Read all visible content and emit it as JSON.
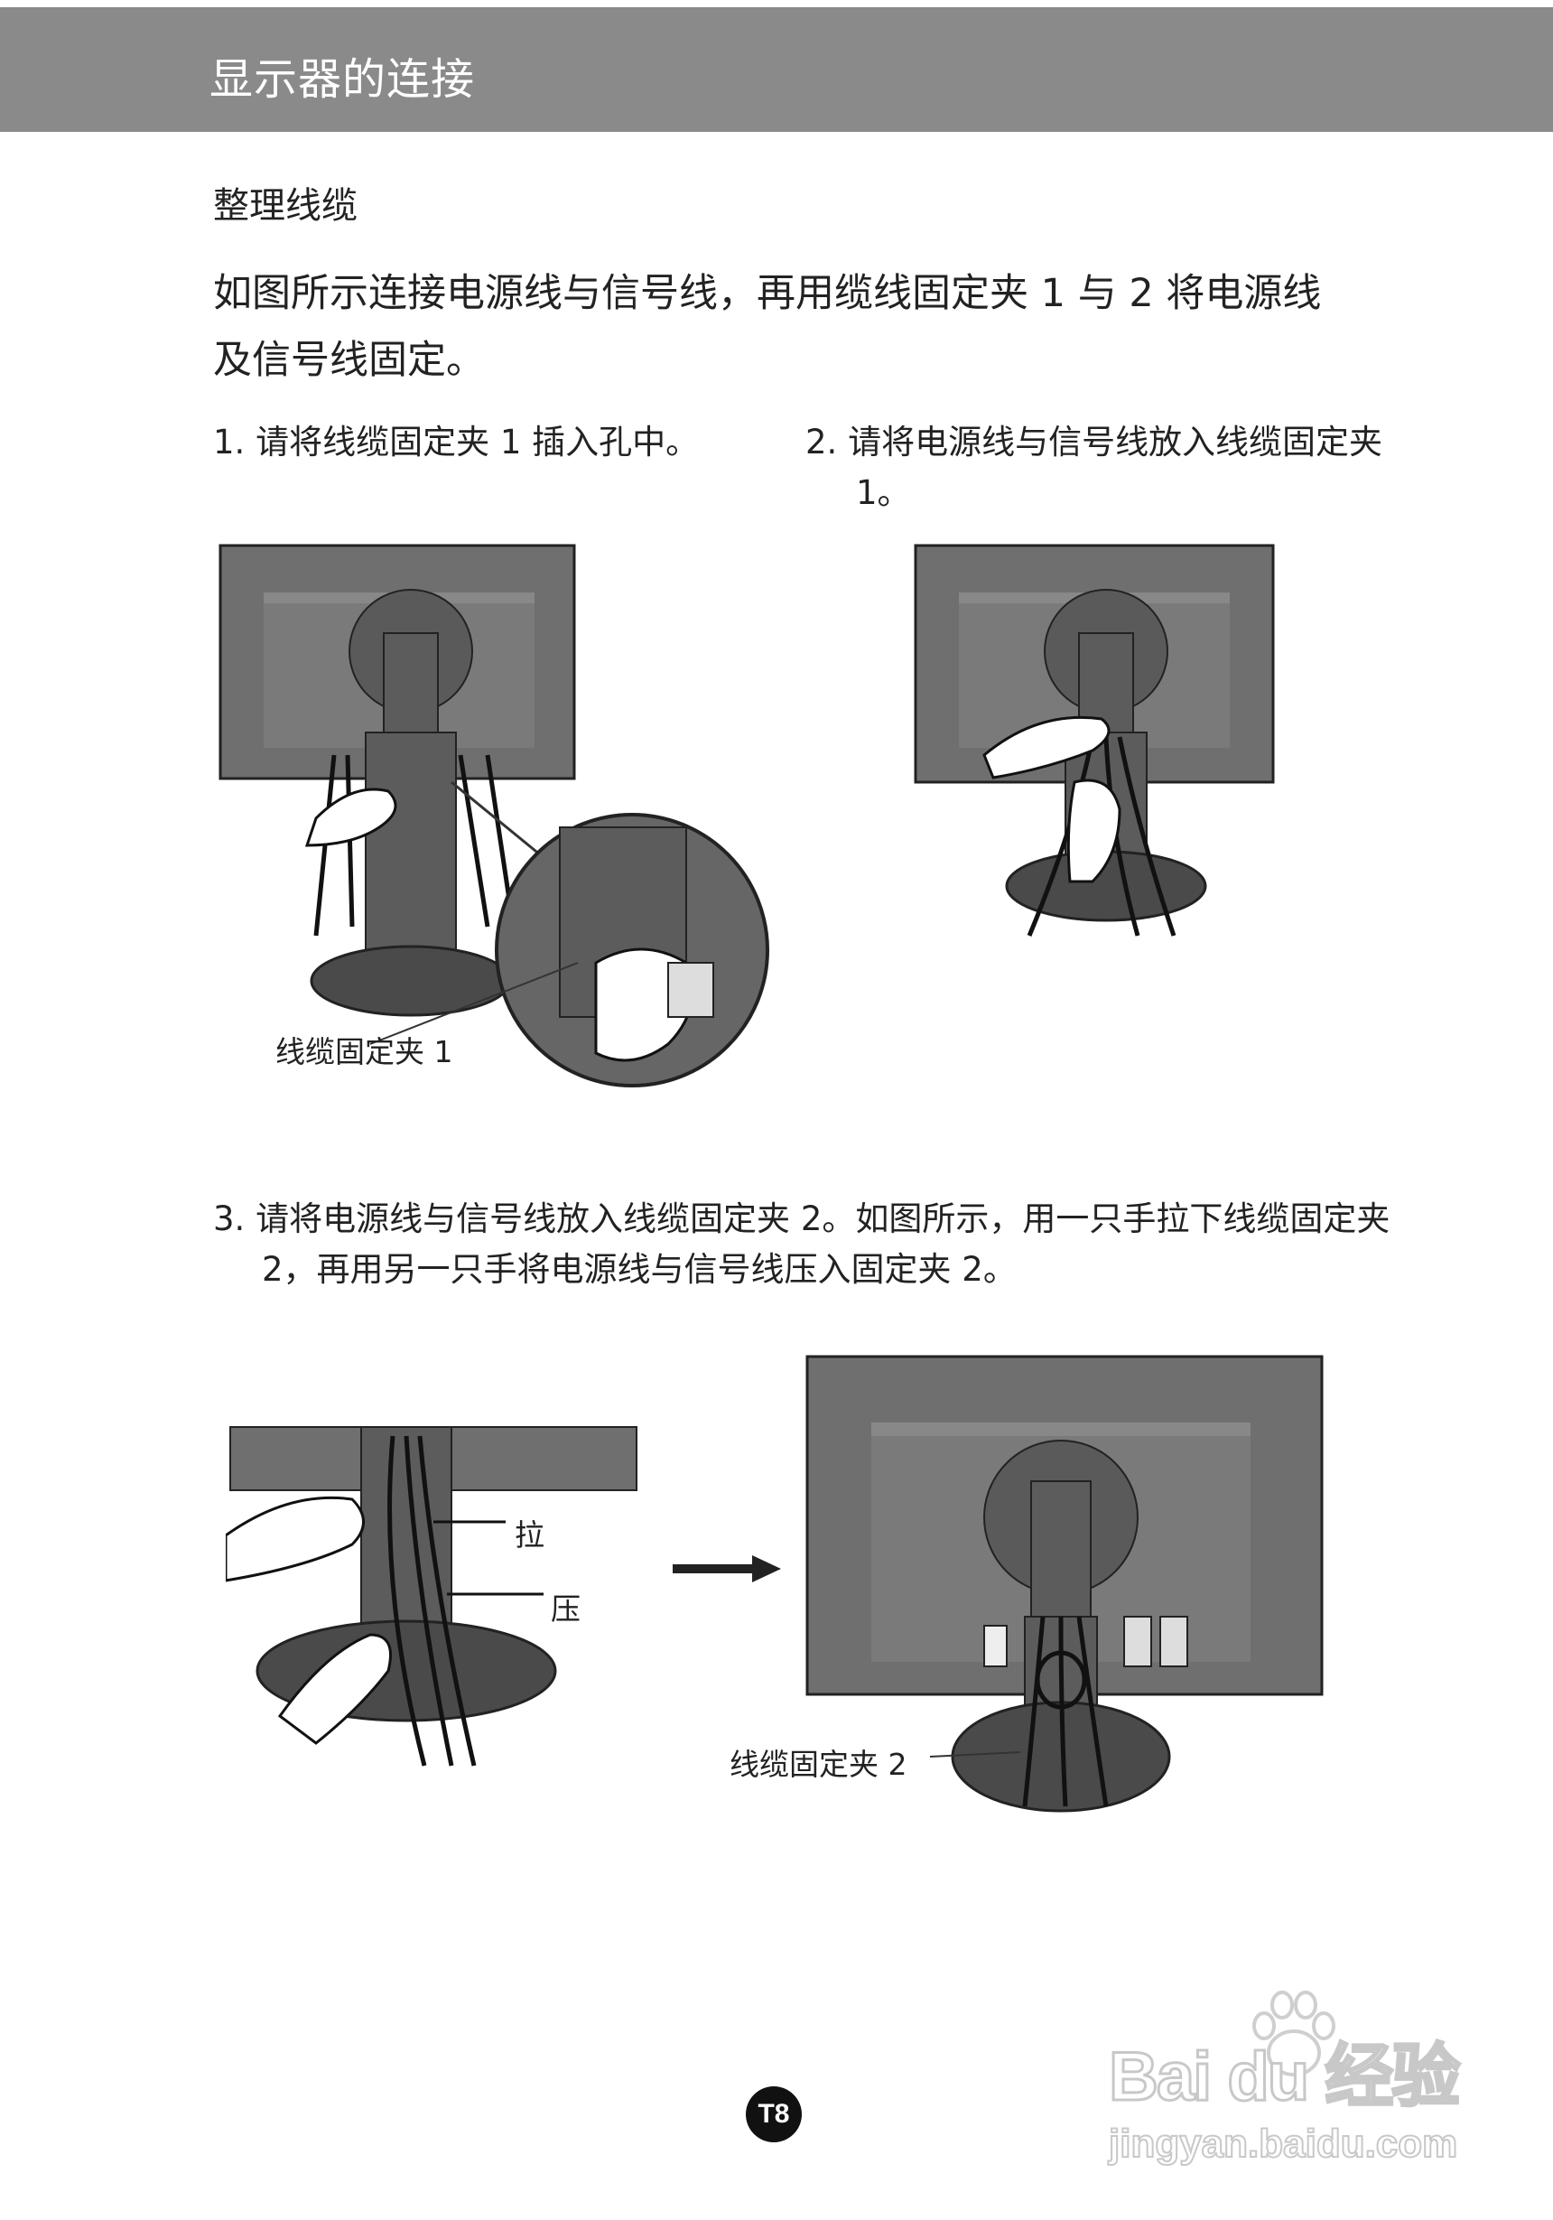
{
  "header": {
    "title": "显示器的连接"
  },
  "section": {
    "title": "整理线缆"
  },
  "intro": "如图所示连接电源线与信号线，再用缆线固定夹 1 与 2 将电源线及信号线固定。",
  "steps": {
    "step1": "1. 请将线缆固定夹 1 插入孔中。",
    "step2": "2. 请将电源线与信号线放入线缆固定夹 1。",
    "step3": "3. 请将电源线与信号线放入线缆固定夹 2。如图所示，用一只手拉下线缆固定夹 2，再用另一只手将电源线与信号线压入固定夹 2。"
  },
  "callouts": {
    "clip1": "线缆固定夹 1",
    "pull": "拉",
    "press": "压",
    "clip2": "线缆固定夹 2"
  },
  "footer": {
    "page_number": "T8"
  },
  "watermark": {
    "logo": "Bai du 经验",
    "url": "jingyan.baidu.com"
  },
  "colors": {
    "header_bg": "#8a8a8a",
    "monitor_gray": "#6f6f6f",
    "stand_dark": "#4a4a4a"
  }
}
